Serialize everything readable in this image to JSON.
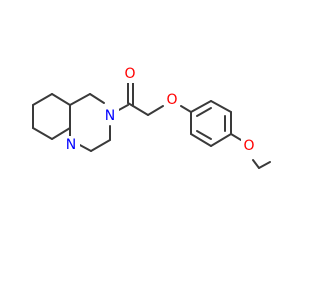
{
  "molecule": {
    "atoms": [
      {
        "id": "O_carbonyl",
        "label": "O",
        "color": "#ff0000"
      },
      {
        "id": "N_ring",
        "label": "N",
        "color": "#0000ff"
      },
      {
        "id": "N_bridge",
        "label": "N",
        "color": "#0000ff"
      },
      {
        "id": "O_ether",
        "label": "O",
        "color": "#ff0000"
      },
      {
        "id": "O_methoxy",
        "label": "O",
        "color": "#ff0000"
      }
    ],
    "bond_color": "#3a3a3a"
  }
}
